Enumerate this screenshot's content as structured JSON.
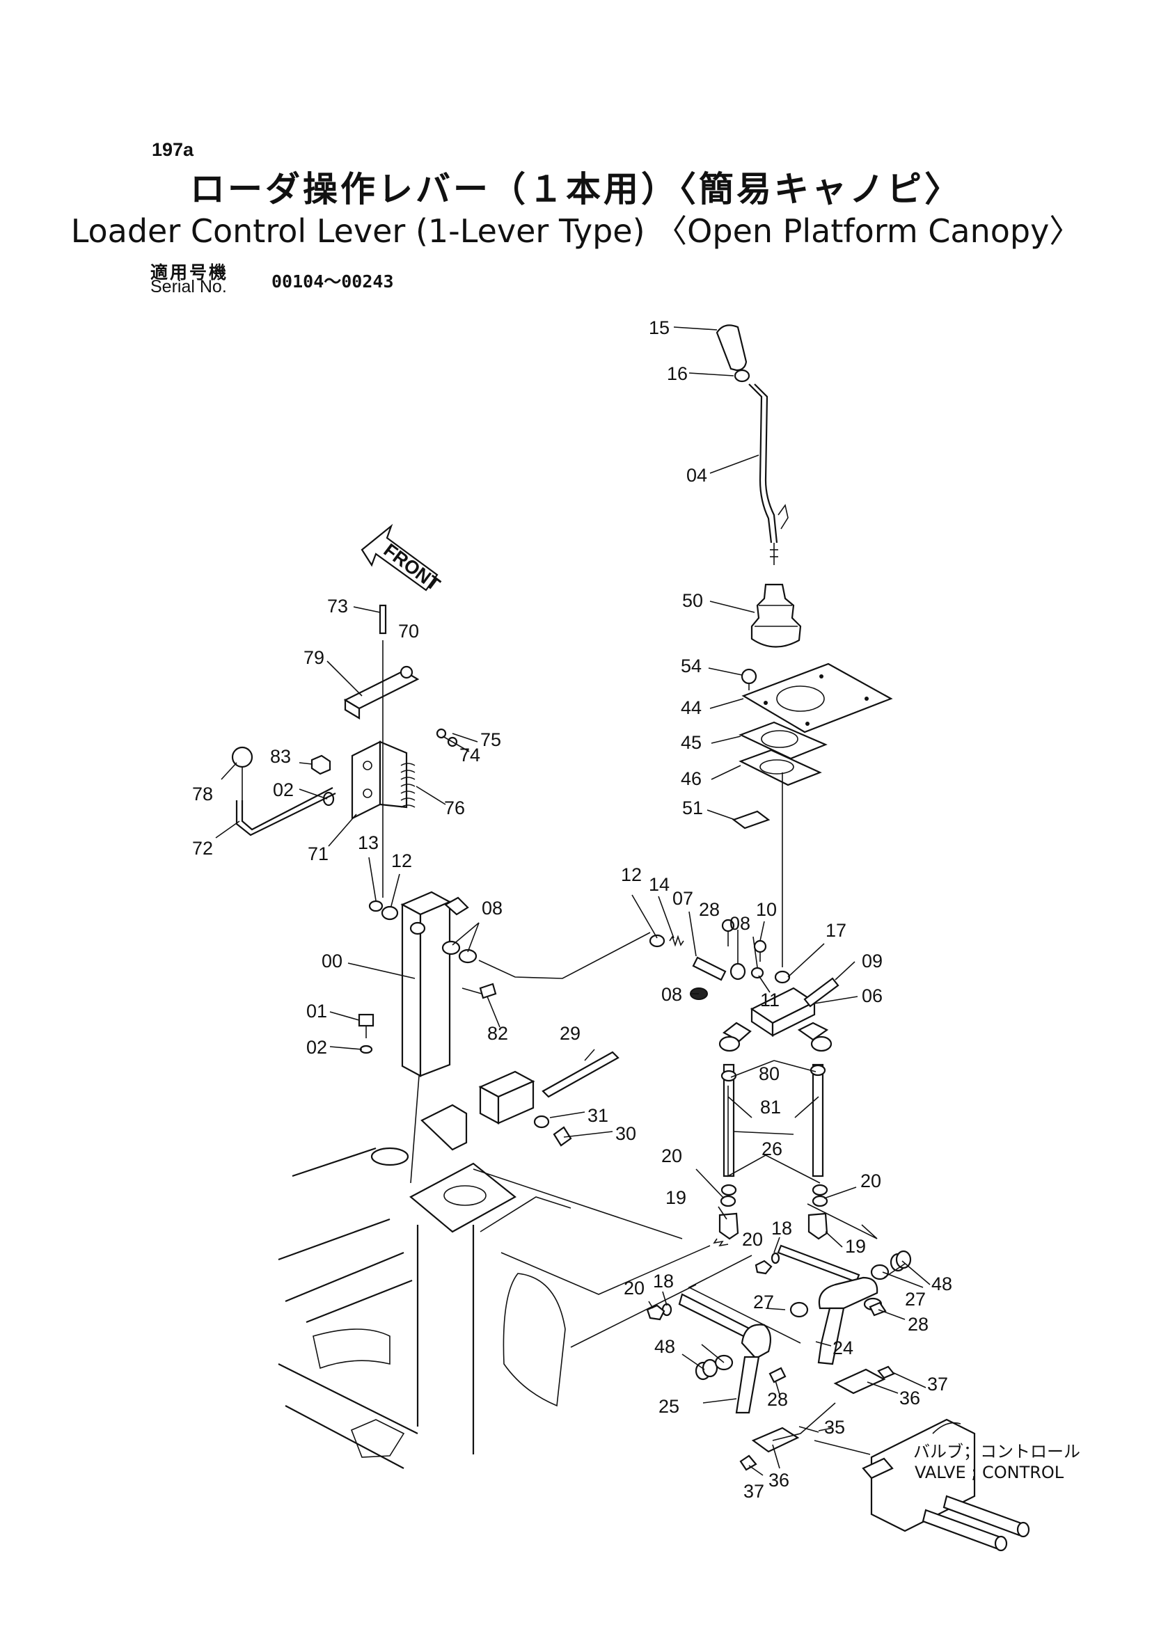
{
  "page": {
    "number": "197a",
    "title_jp": "ローダ操作レバー（１本用）〈簡易キャノピ〉",
    "title_en": "Loader Control Lever (1-Lever Type) 〈Open Platform Canopy〉",
    "serial_label_jp": "適用号機",
    "serial_label_en": "Serial No.",
    "serial_range": "00104～00243"
  },
  "diagram": {
    "front_label": "FRONT",
    "valve_label_jp": "バルブ；コントロール",
    "valve_label_en": "VALVE ; CONTROL",
    "callouts": [
      "15",
      "16",
      "04",
      "50",
      "54",
      "44",
      "45",
      "46",
      "51",
      "73",
      "70",
      "79",
      "75",
      "74",
      "83",
      "02",
      "78",
      "76",
      "72",
      "71",
      "13",
      "12",
      "12",
      "14",
      "07",
      "28",
      "08",
      "10",
      "17",
      "09",
      "08",
      "00",
      "08",
      "11",
      "06",
      "01",
      "82",
      "02",
      "29",
      "80",
      "81",
      "31",
      "30",
      "26",
      "20",
      "20",
      "19",
      "20",
      "18",
      "19",
      "48",
      "18",
      "20",
      "27",
      "28",
      "24",
      "27",
      "48",
      "28",
      "37",
      "25",
      "36",
      "35",
      "36",
      "37"
    ]
  }
}
